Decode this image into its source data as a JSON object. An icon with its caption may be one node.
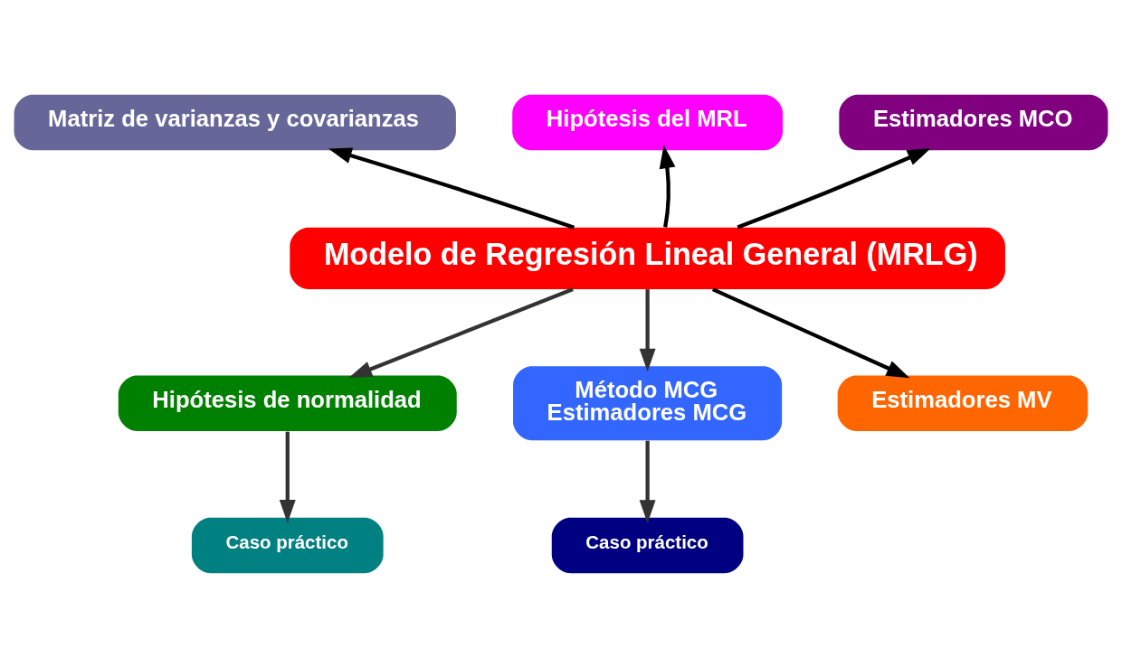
{
  "diagram": {
    "nodes": [
      {
        "text": [
          "Matriz de varianzas y covarianzas"
        ]
      },
      {
        "text": [
          "Hipótesis del MRL"
        ]
      },
      {
        "text": [
          "Estimadores MCO"
        ]
      },
      {
        "text": [
          "Modelo de Regresión Lineal General (MRLG)"
        ]
      },
      {
        "text": [
          "Hipótesis de normalidad"
        ]
      },
      {
        "text": [
          "Método MCG",
          "Estimadores MCG"
        ]
      },
      {
        "text": [
          "Estimadores MV"
        ]
      },
      {
        "text": [
          "Caso práctico"
        ]
      },
      {
        "text": [
          "Caso práctico"
        ]
      }
    ],
    "edges": [
      {
        "from": 3,
        "to": 0,
        "arrow": "to"
      },
      {
        "from": 3,
        "to": 1,
        "arrow": "to"
      },
      {
        "from": 3,
        "to": 2,
        "arrow": "to"
      },
      {
        "from": 3,
        "to": 4,
        "arrow": "to",
        "color": "#333333"
      },
      {
        "from": 3,
        "to": 5,
        "arrow": "to",
        "color": "#333333"
      },
      {
        "from": 3,
        "to": 6,
        "arrow": "to"
      },
      {
        "from": 4,
        "to": 7,
        "arrow": "to",
        "color": "#333333"
      },
      {
        "from": 5,
        "to": 8,
        "arrow": "to",
        "color": "#333333"
      }
    ]
  }
}
